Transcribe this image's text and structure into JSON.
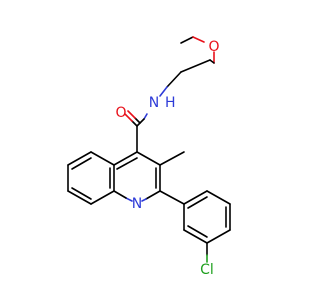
{
  "molecule": {
    "atoms": {
      "o_ether": {
        "label": "O",
        "color": "#e8101a"
      },
      "o_carbonyl": {
        "label": "O",
        "color": "#e8101a"
      },
      "n_amide": {
        "label": "N",
        "color": "#2e3bd8"
      },
      "h_amide": {
        "label": "H",
        "color": "#2e3bd8"
      },
      "n_ring": {
        "label": "N",
        "color": "#2e3bd8"
      },
      "cl": {
        "label": "Cl",
        "color": "#1fa01f"
      }
    }
  }
}
